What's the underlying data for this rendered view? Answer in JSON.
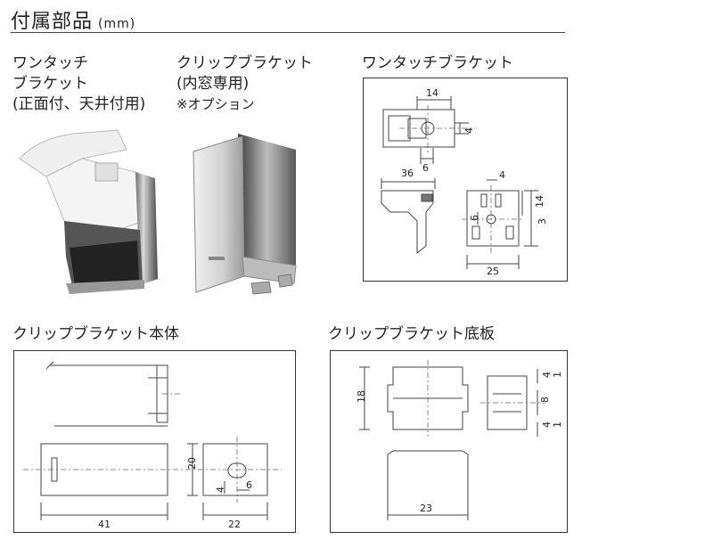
{
  "header": {
    "title": "付属部品",
    "unit": "(mm)"
  },
  "one_touch": {
    "line1": "ワンタッチ",
    "line2": "ブラケット",
    "line3": "(正面付、天井付用)"
  },
  "clip": {
    "line1": "クリップブラケット",
    "line2": "(内窓専用)",
    "note": "※オプション"
  },
  "panels": {
    "one_touch_bracket": {
      "title": "ワンタッチブラケット",
      "dims": [
        "14",
        "4",
        "6",
        "36",
        "4",
        "14",
        "6",
        "3",
        "25"
      ]
    },
    "clip_body": {
      "title": "クリップブラケット本体",
      "dims": [
        "20",
        "4",
        "6",
        "41",
        "22"
      ]
    },
    "clip_base": {
      "title": "クリップブラケット底板",
      "dims": [
        "18",
        "4",
        "1",
        "8",
        "4",
        "1",
        "23"
      ]
    }
  }
}
